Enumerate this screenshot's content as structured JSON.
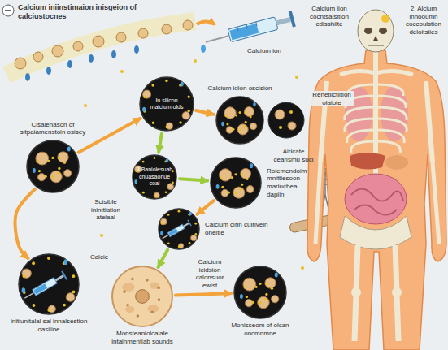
{
  "diagram": {
    "title": "Calcium iniinstimaion inisgeion of calciustocnes",
    "nodes": [
      {
        "text": [
          "Clsaienason of sitpaiamenstoin osisey"
        ]
      },
      {
        "text": [
          "In silicon malcium olds"
        ]
      },
      {
        "text": [
          "Calcium idion oscision"
        ]
      },
      {
        "text": [
          "3 Baniolesuah cnuasaonue coal"
        ]
      },
      {
        "text": [
          "Rolemendoim mnittiesoon mariucbea dapiin"
        ]
      },
      {
        "text": [
          "Calcium cirin culrivein oneitie"
        ]
      },
      {
        "text": [
          "Initiunitalal sal innalsestion oasiiine"
        ]
      },
      {
        "text": [
          "Monsteaniolcaiale intainmentiab sounds"
        ]
      },
      {
        "text": [
          "Monisseom of olcan oncmnmne"
        ]
      }
    ],
    "edges": [
      {
        "from": 0,
        "to": 1,
        "arrow": "to"
      },
      {
        "from": 1,
        "to": 2,
        "arrow": "to"
      },
      {
        "from": 1,
        "to": 3,
        "arrow": "to"
      },
      {
        "from": 3,
        "to": 4,
        "arrow": "to"
      },
      {
        "from": 4,
        "to": 5,
        "arrow": "to"
      },
      {
        "from": 5,
        "to": 7,
        "arrow": "to"
      },
      {
        "from": 0,
        "to": 6,
        "arrow": "to"
      },
      {
        "from": 7,
        "to": 8,
        "arrow": "to"
      }
    ],
    "labels": [
      "Calcium ion",
      "Calcium iion cocntsalsition cdisshilte",
      "2. Alcium innooumn coccoulstion deloitsiies",
      "Scisible ininttiation ateiaal",
      "Calcie",
      "Renetlictiition olaiote",
      "Airicate cearismu sucl",
      "Calcium icidsion calonsuor ewist"
    ]
  }
}
